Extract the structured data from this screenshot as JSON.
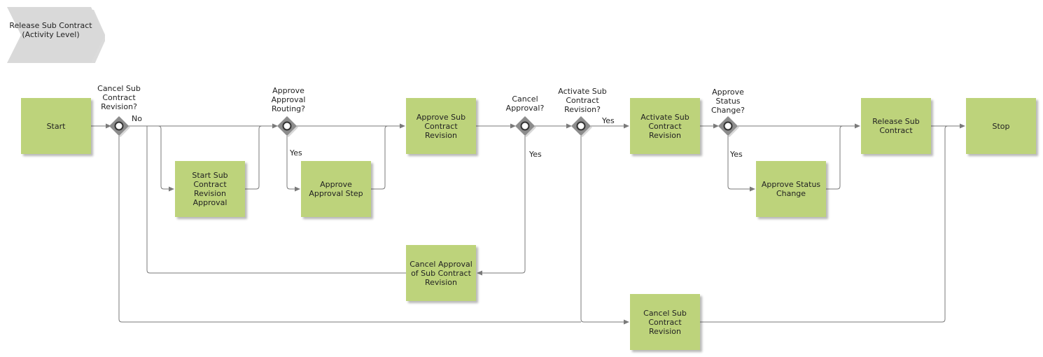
{
  "header": {
    "process_title": "Release Sub Contract (Activity Level)"
  },
  "activities": {
    "start": "Start",
    "start_sub_contract_revision_approval": "Start Sub Contract Revision Approval",
    "approve_approval_step": "Approve Approval Step",
    "approve_sub_contract_revision": "Approve Sub Contract Revision",
    "cancel_approval_of_sub_contract_revision": "Cancel Approval of Sub Contract Revision",
    "activate_sub_contract_revision": "Activate Sub Contract Revision",
    "approve_status_change": "Approve Status Change",
    "release_sub_contract": "Release Sub Contract",
    "cancel_sub_contract_revision": "Cancel Sub Contract Revision",
    "stop": "Stop"
  },
  "gateways": {
    "cancel_sub_contract_revision": "Cancel Sub Contract Revision?",
    "approve_approval_routing": "Approve Approval Routing?",
    "cancel_approval": "Cancel Approval?",
    "activate_sub_contract_revision": "Activate Sub Contract Revision?",
    "approve_status_change": "Approve Status Change?"
  },
  "edge_labels": {
    "no": "No",
    "yes": "Yes"
  },
  "colors": {
    "activity_fill": "#bdd37b",
    "gateway_fill": "#8c8c8c",
    "connector": "#7a7a7a",
    "title_fill": "#d9d9d9"
  }
}
